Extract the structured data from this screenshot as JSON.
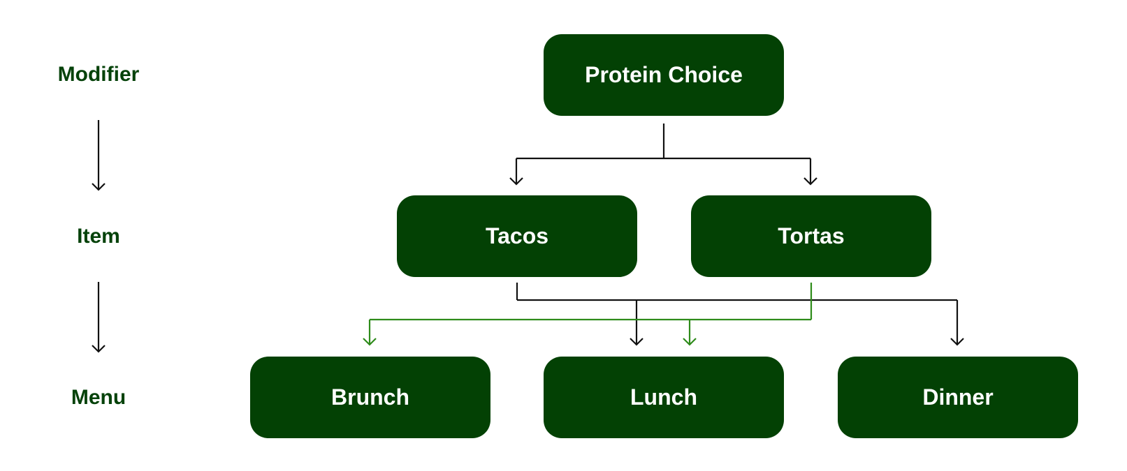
{
  "colors": {
    "node_fill": "#034104",
    "node_text": "#ffffff",
    "level_label": "#05420a",
    "connector_default": "#111111",
    "connector_highlight": "#2e8b1a"
  },
  "levels": {
    "modifier": "Modifier",
    "item": "Item",
    "menu": "Menu"
  },
  "nodes": {
    "protein_choice": "Protein Choice",
    "tacos": "Tacos",
    "tortas": "Tortas",
    "brunch": "Brunch",
    "lunch": "Lunch",
    "dinner": "Dinner"
  },
  "edges": [
    {
      "from": "protein_choice",
      "to": "tacos",
      "style": "default"
    },
    {
      "from": "protein_choice",
      "to": "tortas",
      "style": "default"
    },
    {
      "from": "tacos",
      "to": "lunch",
      "style": "default"
    },
    {
      "from": "tacos",
      "to": "dinner",
      "style": "default"
    },
    {
      "from": "tortas",
      "to": "brunch",
      "style": "highlight"
    },
    {
      "from": "tortas",
      "to": "lunch",
      "style": "highlight"
    }
  ]
}
